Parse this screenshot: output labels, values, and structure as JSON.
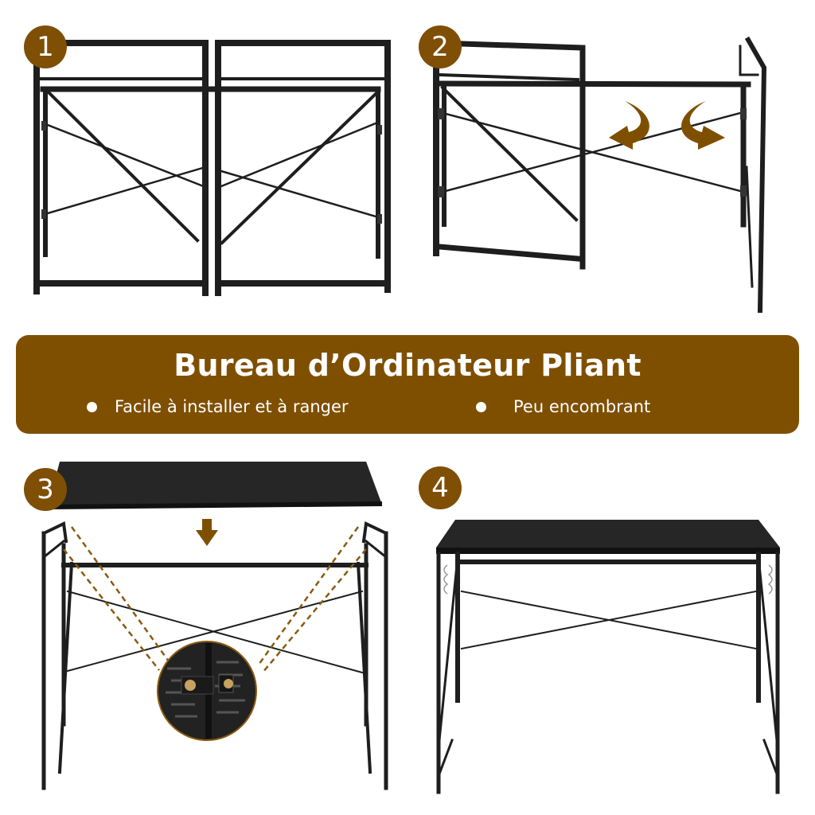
{
  "banner": {
    "title": "Bureau d’Ordinateur Pliant",
    "features": [
      "Facile à installer et à ranger",
      "Peu encombrant"
    ]
  },
  "steps": [
    {
      "number": "1",
      "description": "folded-frame"
    },
    {
      "number": "2",
      "description": "unfold-sides"
    },
    {
      "number": "3",
      "description": "place-tabletop"
    },
    {
      "number": "4",
      "description": "assembled-desk"
    }
  ],
  "colors": {
    "accent_brown": "#7f4f00",
    "frame_black": "#1e1e1e",
    "tabletop": "#262626",
    "background": "#ffffff"
  },
  "icons": {
    "curved_arrows": [
      "curved-arrow-left-icon",
      "curved-arrow-right-icon"
    ],
    "down_arrow": "arrow-down-icon",
    "zoom_detail": "hinge-lock-detail"
  }
}
